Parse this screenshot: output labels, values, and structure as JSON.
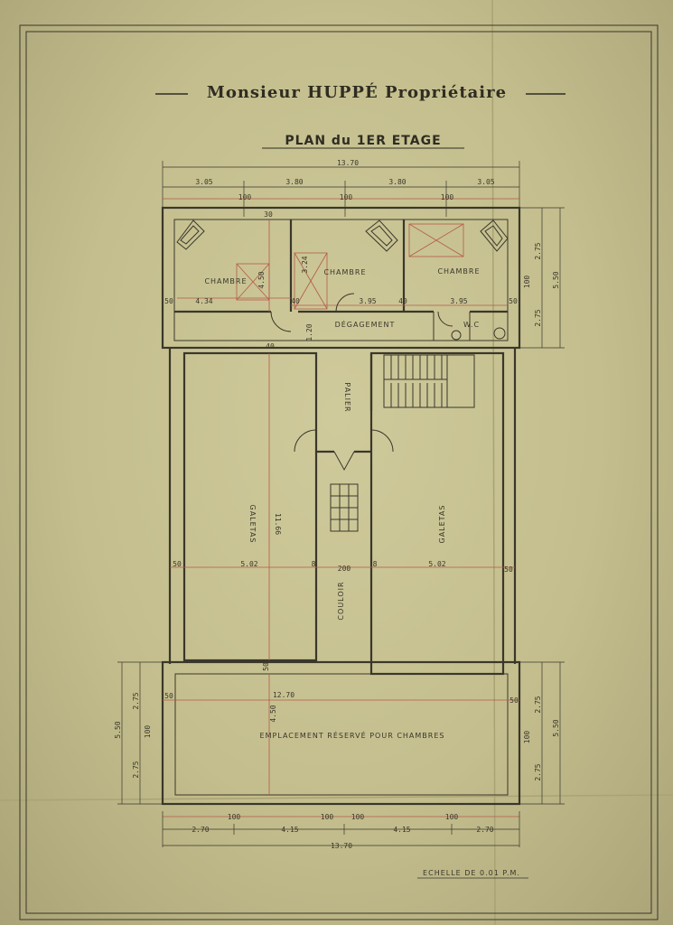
{
  "title": "Monsieur HUPPÉ Propriétaire",
  "subtitle": "PLAN du 1ER ETAGE",
  "rooms": {
    "chambre_1": "CHAMBRE",
    "chambre_2": "CHAMBRE",
    "chambre_3": "CHAMBRE",
    "degagement": "DÉGAGEMENT",
    "wc": "W.C",
    "palier": "PALIER",
    "galetas_left": "GALETAS",
    "galetas_right": "GALETAS",
    "couloir": "COULOIR",
    "emplacement": "EMPLACEMENT RÉSERVÉ POUR CHAMBRES"
  },
  "dims": {
    "total_top": "13.70",
    "top_1": "3.05",
    "top_2": "3.80",
    "top_3": "3.80",
    "top_4": "3.05",
    "window_top_1": "100",
    "window_top_2": "100",
    "window_top_3": "100",
    "room_w1": "4.34",
    "room_w2": "3.95",
    "room_w3": "3.95",
    "room_h": "3.24",
    "room_h2": "4.50",
    "right_a": "2.75",
    "right_b": "5.50",
    "right_c": "2.75",
    "right_win": "100",
    "wall_50_a": "50",
    "wall_50_b": "50",
    "wall_40_a": "40",
    "wall_40_b": "40",
    "wall_40_c": "40",
    "palier_120": "1.20",
    "galetas_h": "11.66",
    "w_50_l": "50",
    "w_502_l": "5.02",
    "w_8_l": "8",
    "w_200": "200",
    "w_8_r": "8",
    "w_502_r": "5.02",
    "w_50_r": "50",
    "mid_50": "50",
    "bottom_1270": "12.70",
    "bottom_50_l": "50",
    "bottom_50_r": "50",
    "bottom_450": "4.50",
    "left_550": "5.50",
    "left_275a": "2.75",
    "left_100": "100",
    "left_275b": "2.75",
    "rb_275a": "2.75",
    "rb_100": "100",
    "rb_550": "5.50",
    "rb_275b": "2.75",
    "bot_win_1": "100",
    "bot_win_2": "100",
    "bot_win_3": "100",
    "bot_win_4": "100",
    "bot_seg_1": "2.70",
    "bot_seg_2": "4.15",
    "bot_seg_3": "4.15",
    "bot_seg_4": "2.70",
    "total_bottom": "13.70",
    "b30": "30"
  },
  "scale": "ECHELLE DE 0.01 P.M."
}
